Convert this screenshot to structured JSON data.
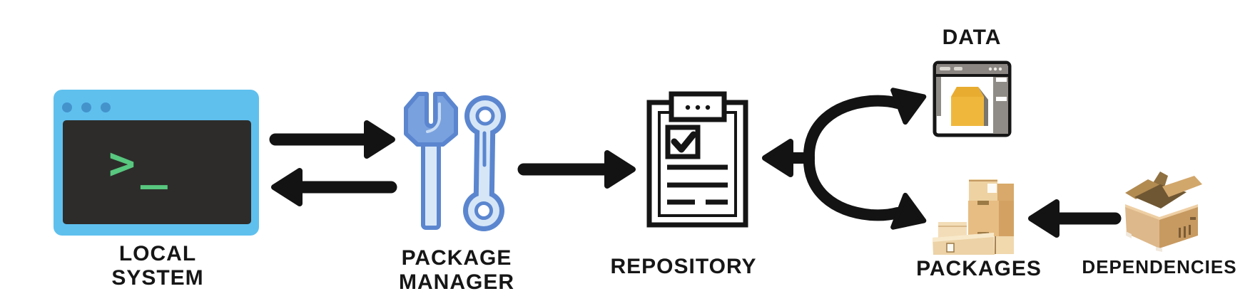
{
  "diagram": {
    "type": "package-manager-workflow",
    "background": "#ffffff"
  },
  "nodes": {
    "local_system": {
      "label_line1": "LOCAL",
      "label_line2": "SYSTEM",
      "icon": "terminal-window-icon",
      "terminal_prompt": ">_"
    },
    "package_manager": {
      "label_line1": "PACKAGE",
      "label_line2": "MANAGER",
      "icon": "wrench-and-spanner-icon"
    },
    "repository": {
      "label": "REPOSITORY",
      "icon": "clipboard-checklist-icon"
    },
    "data": {
      "label": "DATA",
      "icon": "browser-window-package-icon"
    },
    "packages": {
      "label": "PACKAGES",
      "icon": "stacked-cardboard-boxes-icon"
    },
    "dependencies": {
      "label": "DEPENDENCIES",
      "icon": "open-cardboard-box-icon"
    }
  },
  "edges": [
    {
      "from": "local_system",
      "to": "package_manager",
      "style": "straight-right-arrow"
    },
    {
      "from": "package_manager",
      "to": "local_system",
      "style": "straight-left-arrow"
    },
    {
      "from": "package_manager",
      "to": "repository",
      "style": "straight-right-arrow"
    },
    {
      "from": "fork_junction",
      "to": "repository",
      "style": "short-left-arrow"
    },
    {
      "from": "fork_junction",
      "to": "data",
      "style": "curved-up-right-arrow"
    },
    {
      "from": "fork_junction",
      "to": "packages",
      "style": "curved-down-right-arrow"
    },
    {
      "from": "dependencies",
      "to": "packages",
      "style": "straight-left-arrow"
    }
  ],
  "colors": {
    "arrow": "#131313",
    "label_text": "#161616",
    "terminal_frame": "#5fc0ee",
    "terminal_dots": "#4493cb",
    "terminal_screen": "#2d2c2a",
    "terminal_green": "#58c77f",
    "tool_outline": "#5b86cf",
    "tool_fill_dark": "#79a1de",
    "tool_fill_light": "#d9e8f8",
    "clipboard_ink": "#151515",
    "window_gray": "#8b8681",
    "package_yellow": "#efb83d",
    "box_tan_light": "#eed2a2",
    "box_tan_mid": "#e7bd83",
    "box_tan_dark": "#c79a61"
  }
}
